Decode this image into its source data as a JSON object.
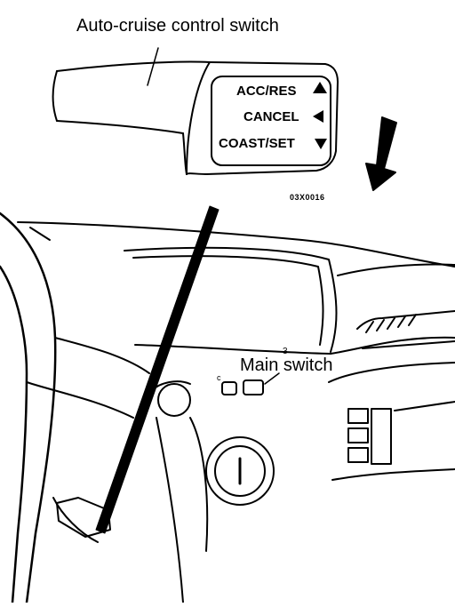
{
  "labels": {
    "auto_cruise_switch": "Auto-cruise control switch",
    "main_switch": "Main switch",
    "figure_code": "03X0016"
  },
  "switch_buttons": {
    "acc_res": "ACC/RES",
    "cancel": "CANCEL",
    "coast_set": "COAST/SET"
  },
  "colors": {
    "ink": "#000000",
    "paper": "#ffffff"
  }
}
